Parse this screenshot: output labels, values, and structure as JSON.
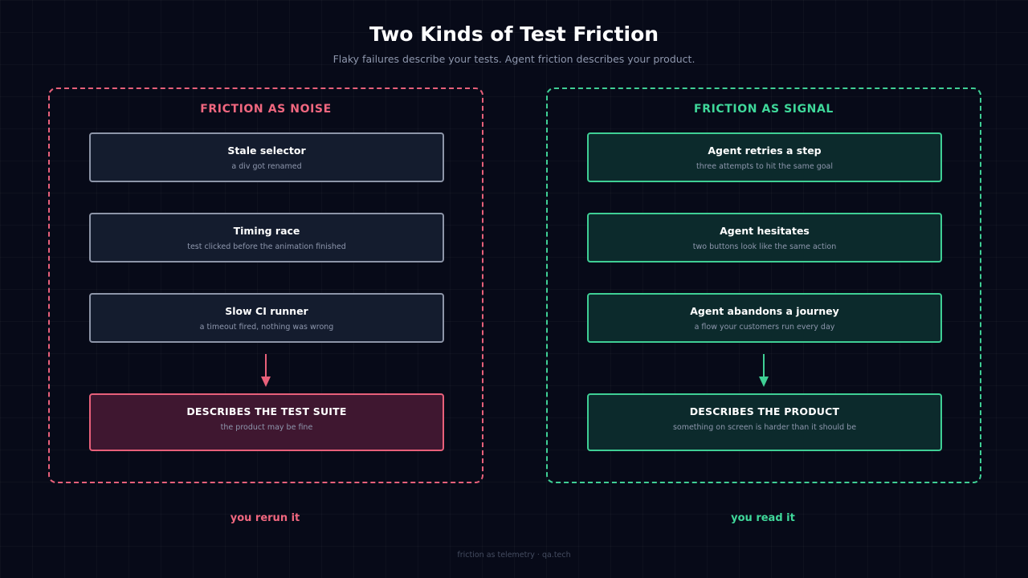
{
  "header": {
    "title": "Two Kinds of Test Friction",
    "subtitle": "Flaky failures describe your tests. Agent friction describes your product."
  },
  "panels": [
    {
      "title": "FRICTION AS NOISE",
      "color": "#e8607a",
      "cards": [
        {
          "title": "Stale selector",
          "sub": "a div got renamed"
        },
        {
          "title": "Timing race",
          "sub": "test clicked before the animation finished"
        },
        {
          "title": "Slow CI runner",
          "sub": "a timeout fired, nothing was wrong"
        }
      ],
      "outcome": {
        "title": "DESCRIBES THE TEST SUITE",
        "sub": "the product may be fine"
      },
      "caption": "you rerun it"
    },
    {
      "title": "FRICTION AS SIGNAL",
      "color": "#3fcf95",
      "cards": [
        {
          "title": "Agent retries a step",
          "sub": "three attempts to hit the same goal"
        },
        {
          "title": "Agent hesitates",
          "sub": "two buttons look like the same action"
        },
        {
          "title": "Agent abandons a journey",
          "sub": "a flow your customers run every day"
        }
      ],
      "outcome": {
        "title": "DESCRIBES THE PRODUCT",
        "sub": "something on screen is harder than it should be"
      },
      "caption": "you read it"
    }
  ],
  "footer": "friction as telemetry · qa.tech"
}
